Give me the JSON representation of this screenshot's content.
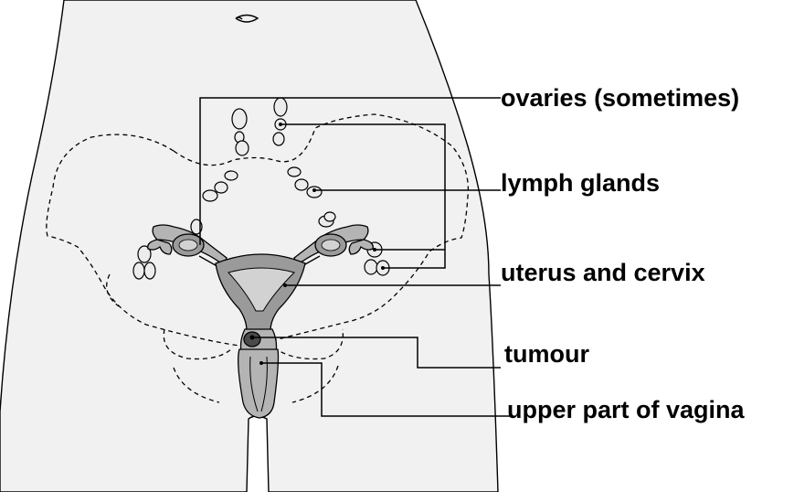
{
  "colors": {
    "skin": "#f1f1f1",
    "organ_dark": "#9a9a9a",
    "organ_mid": "#b4b4b4",
    "organ_light": "#d2d2d2",
    "lymph_node": "#ececec",
    "tumour": "#4a4a4a",
    "line": "#000000"
  },
  "labels": {
    "ovaries": "ovaries (sometimes)",
    "lymph_glands": "lymph glands",
    "uterus_cervix": "uterus and cervix",
    "tumour": "tumour",
    "upper_vagina": "upper part of vagina"
  }
}
